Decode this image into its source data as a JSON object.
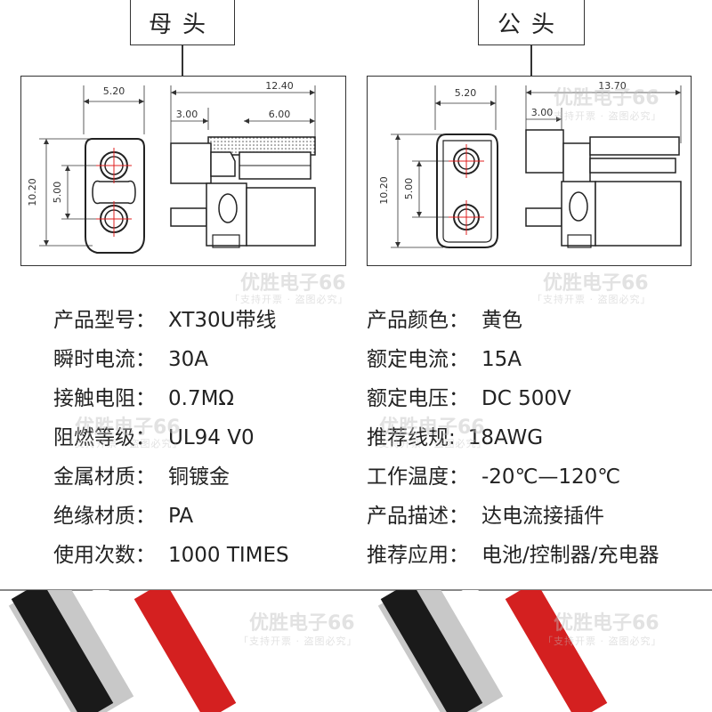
{
  "headers": {
    "female": "母头",
    "male": "公头"
  },
  "female_dims": {
    "width": "5.20",
    "length": "12.40",
    "height": "10.20",
    "pitch": "5.00",
    "offset": "3.00",
    "pin_len": "6.00"
  },
  "male_dims": {
    "width": "5.20",
    "length": "13.70",
    "height": "10.20",
    "pitch": "5.00",
    "offset": "3.00"
  },
  "specs_left": [
    {
      "label": "产品型号：",
      "value": "XT30U带线"
    },
    {
      "label": "瞬时电流：",
      "value": "30A"
    },
    {
      "label": "接触电阻：",
      "value": "0.7MΩ"
    },
    {
      "label": "阻燃等级：",
      "value": "UL94 V0"
    },
    {
      "label": "金属材质：",
      "value": "铜镀金"
    },
    {
      "label": "绝缘材质：",
      "value": "PA"
    },
    {
      "label": "使用次数：",
      "value": "1000 TIMES"
    }
  ],
  "specs_right": [
    {
      "label": "产品颜色：",
      "value": "黄色"
    },
    {
      "label": "额定电流：",
      "value": "15A"
    },
    {
      "label": "额定电压：",
      "value": "DC 500V"
    },
    {
      "label": "推荐线规:",
      "value": "18AWG"
    },
    {
      "label": "工作温度：",
      "value": "-20℃—120℃"
    },
    {
      "label": "产品描述：",
      "value": "达电流接插件"
    },
    {
      "label": "推荐应用：",
      "value": "电池/控制器/充电器"
    }
  ],
  "watermark": {
    "main": "优胜电子66",
    "sub": "「支持开票 · 盗图必究」"
  },
  "colors": {
    "wire_black": "#1a1a1a",
    "wire_red": "#d42020",
    "wire_gray": "#c8c8c8",
    "accent_red": "#e02020"
  }
}
